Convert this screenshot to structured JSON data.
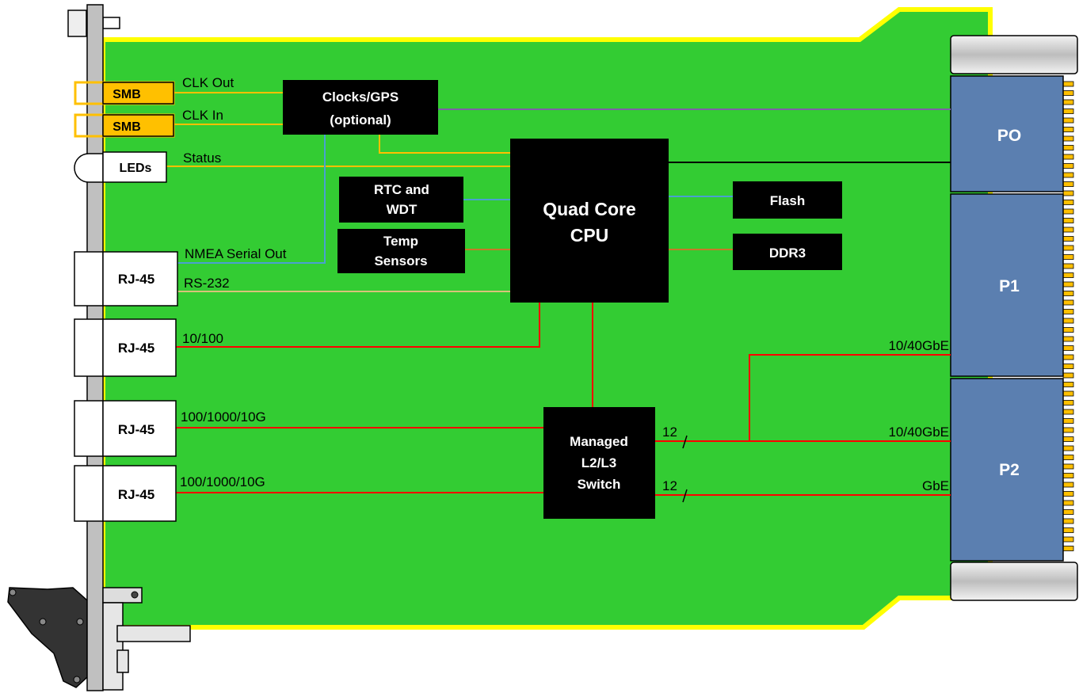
{
  "colors": {
    "board": "#33cc33",
    "board_edge": "#ffff00",
    "connector": "#5b7fb0",
    "smb": "#ffc000",
    "red_line": "#ff0000",
    "orange_line": "#ffc000",
    "blue_line": "#4aa0d0",
    "purple_line": "#7f5fa8",
    "tan_line": "#d9c27a",
    "brown_line": "#c87828"
  },
  "front_panel": {
    "smb1": "SMB",
    "smb2": "SMB",
    "leds": "LEDs",
    "rj45_1": "RJ-45",
    "rj45_2": "RJ-45",
    "rj45_3": "RJ-45",
    "rj45_4": "RJ-45"
  },
  "signals": {
    "clk_out": "CLK Out",
    "clk_in": "CLK In",
    "status": "Status",
    "nmea": "NMEA Serial Out",
    "rs232": "RS-232",
    "eth_10_100": "10/100",
    "eth_a": "100/1000/10G",
    "eth_b": "100/1000/10G"
  },
  "chips": {
    "clocks_l1": "Clocks/GPS",
    "clocks_l2": "(optional)",
    "rtc_l1": "RTC and",
    "rtc_l2": "WDT",
    "temp_l1": "Temp",
    "temp_l2": "Sensors",
    "cpu_l1": "Quad Core",
    "cpu_l2": "CPU",
    "flash": "Flash",
    "ddr3": "DDR3",
    "switch_l1": "Managed",
    "switch_l2": "L2/L3",
    "switch_l3": "Switch"
  },
  "switch_ports": {
    "lanes_1": "12",
    "lanes_2": "12",
    "link_p1": "10/40GbE",
    "link_p2a": "10/40GbE",
    "link_p2b": "GbE"
  },
  "connectors": {
    "p0": "PO",
    "p1": "P1",
    "p2": "P2"
  }
}
